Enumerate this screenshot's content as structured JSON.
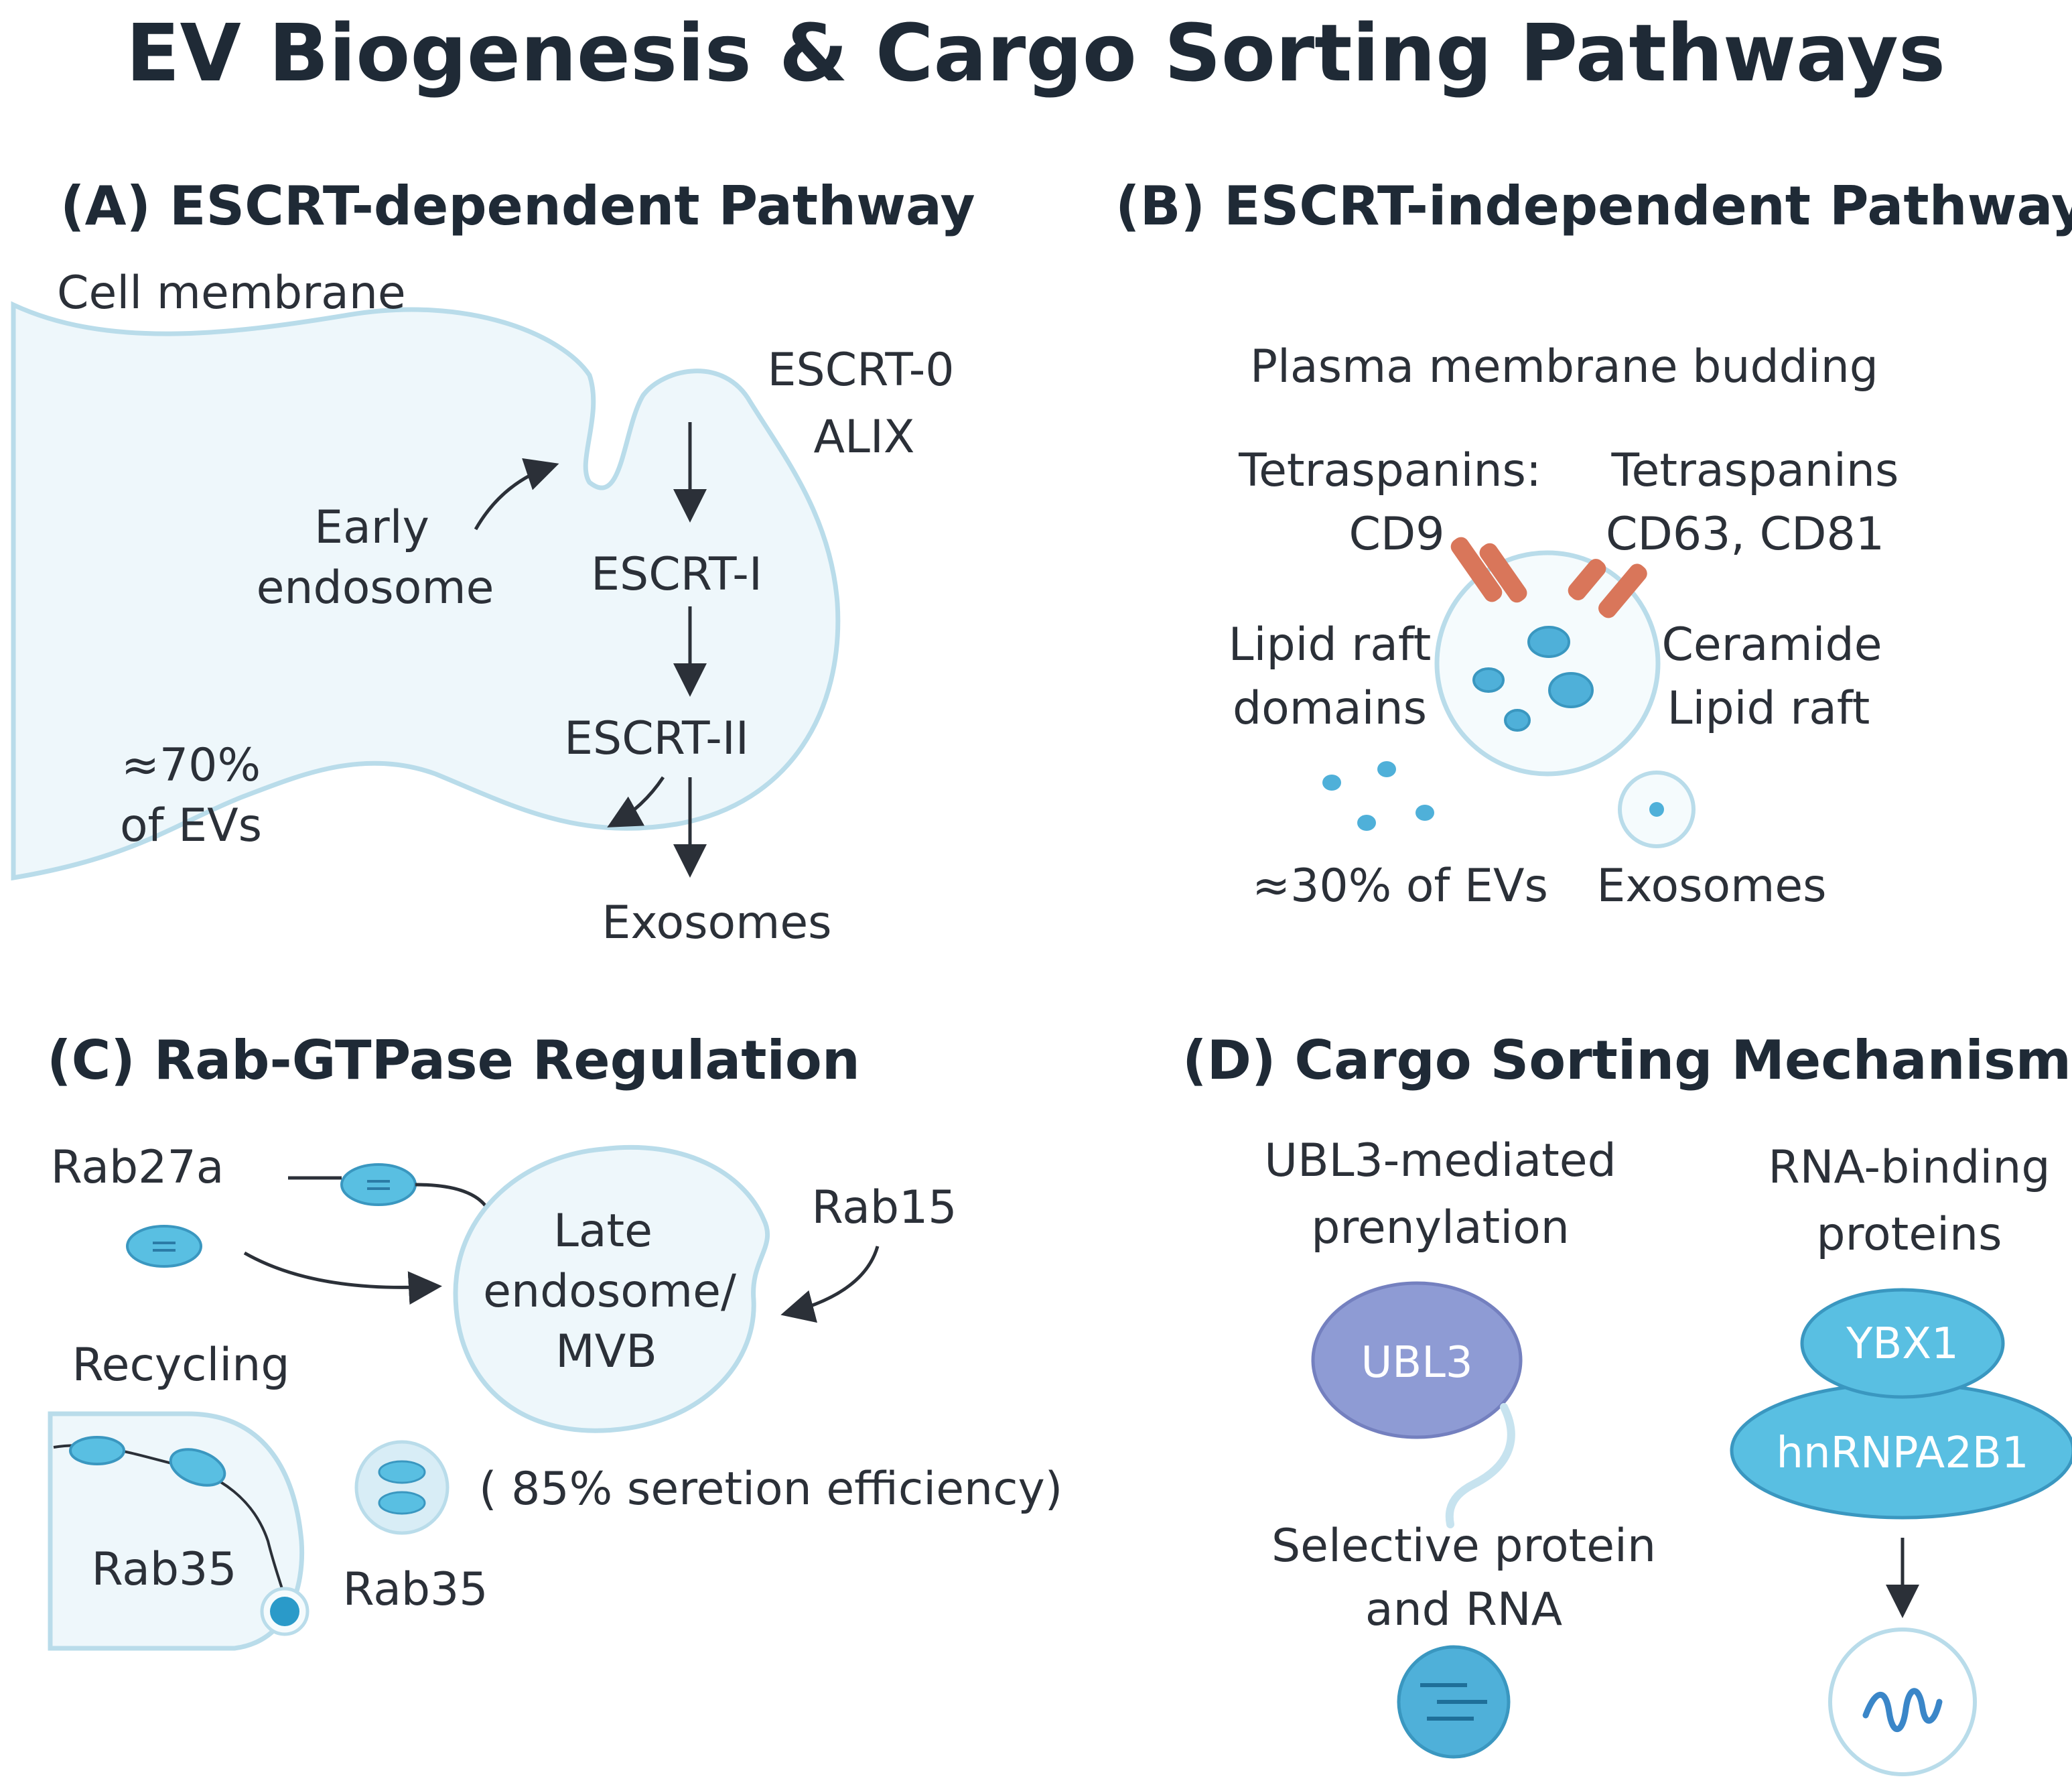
{
  "title": "EV Biogenesis & Cargo Sorting Pathways",
  "colors": {
    "membrane_stroke": "#b9dcea",
    "membrane_fill": "#eef7fb",
    "vesicle": "#4fb0d9",
    "protein_orange": "#d9765a",
    "ubl3": "#8e9bd4",
    "rbp": "#59bfe2",
    "text": "#2b3038"
  },
  "panel_a": {
    "title": "(A) ESCRT-dependent Pathway",
    "cell_membrane": "Cell membrane",
    "escrt0": "ESCRT-0",
    "alix": "ALIX",
    "early": "Early",
    "endosome": "endosome",
    "escrt1": "ESCRT-I",
    "escrt2": "ESCRT-II",
    "pct": "≈70%",
    "of_evs": "of EVs",
    "exosomes": "Exosomes"
  },
  "panel_b": {
    "title": "(B) ESCRT-independent Pathway",
    "plasma": "Plasma membrane budding",
    "tetra1": "Tetraspanins:",
    "cd9": "CD9",
    "tetra2": "Tetraspanins",
    "cd63": "CD63, CD81",
    "lipid_raft": "Lipid raft",
    "domains": "domains",
    "ceramide": "Ceramide",
    "lipid_raft2": "Lipid raft",
    "pct": "≈30% of EVs",
    "exosomes": "Exosomes"
  },
  "panel_c": {
    "title": "(C) Rab-GTPase Regulation",
    "rab27a": "Rab27a",
    "late": "Late",
    "endosome": "endosome/",
    "mvb": "MVB",
    "rab15": "Rab15",
    "recycling": "Recycling",
    "rab35a": "Rab35",
    "rab35b": "Rab35",
    "efficiency": "( 85% seretion efficiency)"
  },
  "panel_d": {
    "title": "(D) Cargo Sorting Mechanisms",
    "ubl3_med": "UBL3-mediated",
    "prenylation": "prenylation",
    "ubl3": "UBL3",
    "selective": "Selective protein",
    "and_rna": "and RNA",
    "rna_binding": "RNA-binding",
    "proteins": "proteins",
    "ybx1": "YBX1",
    "hnrnpa2b1": "hnRNPA2B1"
  }
}
